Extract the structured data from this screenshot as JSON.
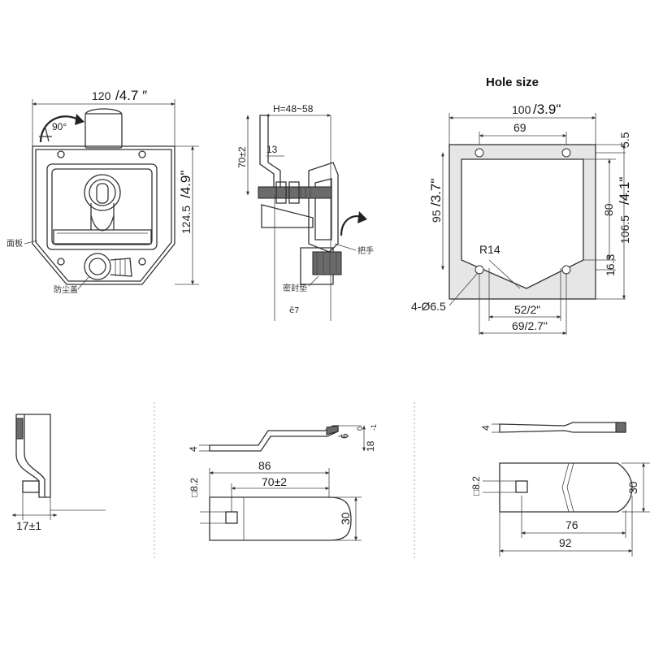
{
  "top_front": {
    "width_mm": "120",
    "width_in": "/4.7 ″",
    "rotation": "90°",
    "height_mm": "124.5",
    "height_in": "/4.9\"",
    "label_panel": "面板",
    "label_dustproof": "防尘盖"
  },
  "top_side": {
    "h_range": "H=48~58",
    "height": "70±2",
    "offset": "13",
    "label_handle": "把手",
    "label_seal": "密封垫",
    "label_e7": "ȅ7"
  },
  "hole": {
    "title": "Hole size",
    "width_mm": "100",
    "width_in": "/3.9\"",
    "inner_width": "69",
    "top_offset": "5.5",
    "height_mm": "95",
    "height_in": "/3.7\"",
    "inner_height": "80",
    "outer_height_mm": "106.5",
    "outer_height_in": "/4.1\"",
    "radius": "R14",
    "bottom_offset": "16.3",
    "holes": "4-Ø6.5",
    "bottom_width": "52/2\"",
    "hole_spacing": "69/2.7\""
  },
  "bottom_left": {
    "dim": "17±1"
  },
  "bottom_mid": {
    "thickness": "4",
    "offset_top": "6",
    "total_height": "18",
    "height_tol_upper": "0",
    "height_tol_lower": "-1",
    "length": "86",
    "slot_length": "70±2",
    "square": "□8.2",
    "width": "30"
  },
  "bottom_right": {
    "thickness": "4",
    "square": "□8.2",
    "width": "30",
    "slot_length": "76",
    "length": "92"
  }
}
